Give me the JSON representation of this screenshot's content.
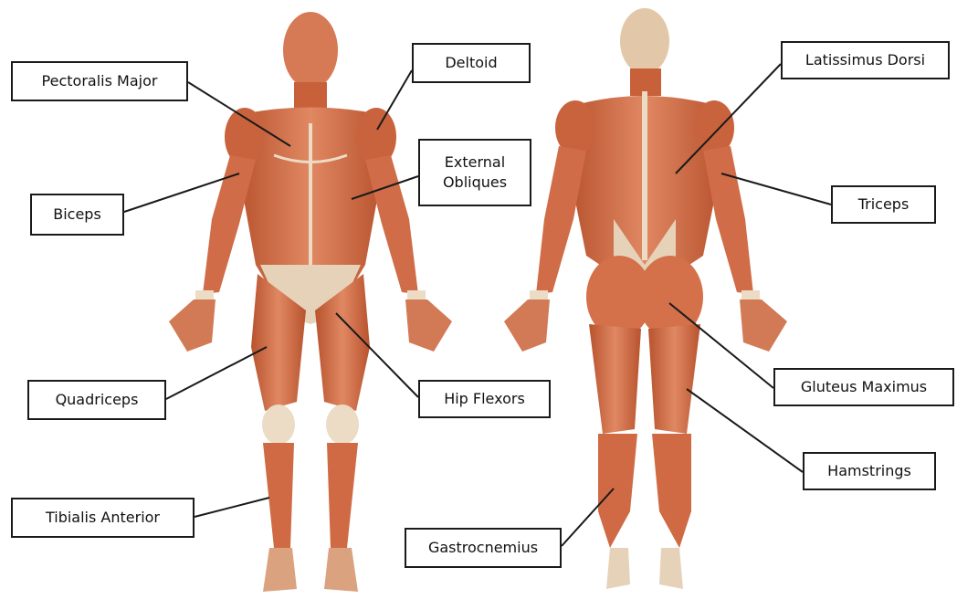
{
  "labels": {
    "pectoralis_major": "Pectoralis Major",
    "deltoid": "Deltoid",
    "biceps": "Biceps",
    "external_obliques": "External\nObliques",
    "quadriceps": "Quadriceps",
    "hip_flexors": "Hip Flexors",
    "tibialis_anterior": "Tibialis Anterior",
    "latissimus_dorsi": "Latissimus Dorsi",
    "triceps": "Triceps",
    "gluteus_maximus": "Gluteus Maximus",
    "hamstrings": "Hamstrings",
    "gastrocnemius": "Gastrocnemius"
  },
  "colors": {
    "muscle": "#d9734e",
    "muscle_dark": "#b8532f",
    "tendon": "#ecdcc6",
    "line": "#1a1a1a"
  }
}
